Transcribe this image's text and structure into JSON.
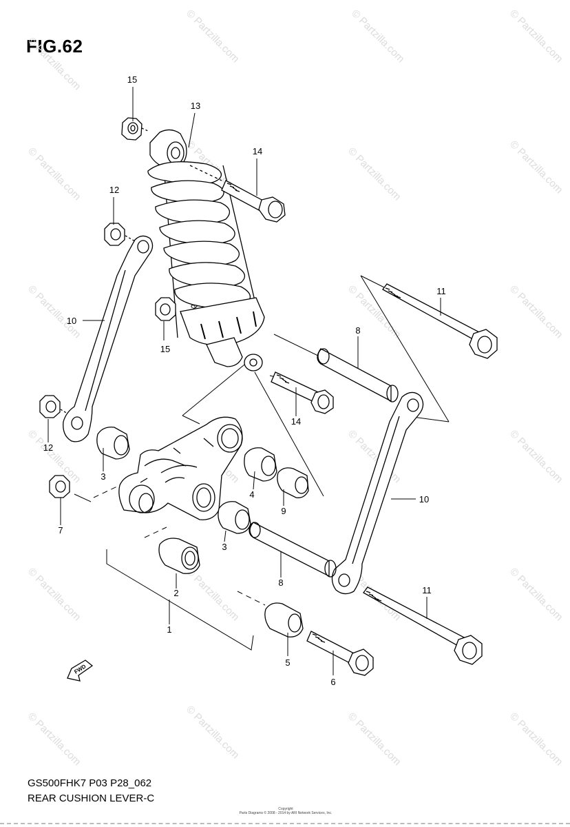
{
  "figure": {
    "title": "FIG.62",
    "model_code": "GS500FHK7 P03 P28_062",
    "assembly_name": "REAR CUSHION LEVER-C",
    "copyright_line1": "Copyright",
    "copyright_line2": "Parts Diagrams © 2008 - 2014 by ARI Network Services, Inc."
  },
  "watermark": {
    "text": "© Partzilla.com",
    "center_text": "© Partzilla.com"
  },
  "fwd_label": "FWD",
  "callouts": [
    {
      "id": "c15a",
      "label": "15"
    },
    {
      "id": "c13",
      "label": "13"
    },
    {
      "id": "c14a",
      "label": "14"
    },
    {
      "id": "c12a",
      "label": "12"
    },
    {
      "id": "c10a",
      "label": "10"
    },
    {
      "id": "c15b",
      "label": "15"
    },
    {
      "id": "c11a",
      "label": "11"
    },
    {
      "id": "c8a",
      "label": "8"
    },
    {
      "id": "c14b",
      "label": "14"
    },
    {
      "id": "c12b",
      "label": "12"
    },
    {
      "id": "c3a",
      "label": "3"
    },
    {
      "id": "c4",
      "label": "4"
    },
    {
      "id": "c9",
      "label": "9"
    },
    {
      "id": "c10b",
      "label": "10"
    },
    {
      "id": "c7",
      "label": "7"
    },
    {
      "id": "c3b",
      "label": "3"
    },
    {
      "id": "c8b",
      "label": "8"
    },
    {
      "id": "c2",
      "label": "2"
    },
    {
      "id": "c1",
      "label": "1"
    },
    {
      "id": "c11b",
      "label": "11"
    },
    {
      "id": "c5",
      "label": "5"
    },
    {
      "id": "c6",
      "label": "6"
    }
  ]
}
